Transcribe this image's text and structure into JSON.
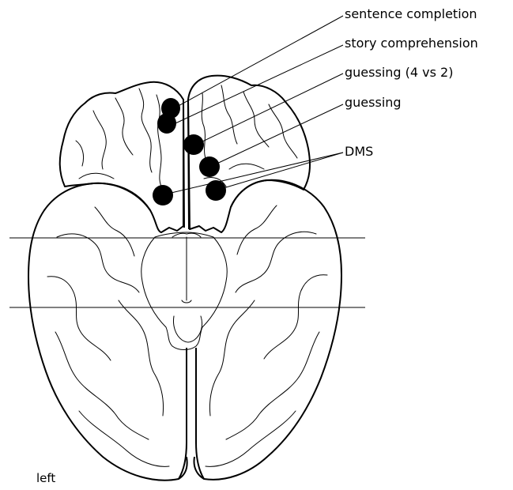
{
  "labels": {
    "sentence_completion": "sentence completion",
    "story_comprehension": "story comprehension",
    "guessing_4_vs_2": "guessing (4 vs 2)",
    "guessing": "guessing",
    "dms": "DMS",
    "hemisphere": "left"
  },
  "colors": {
    "ink": "#000000",
    "background": "#ffffff"
  }
}
